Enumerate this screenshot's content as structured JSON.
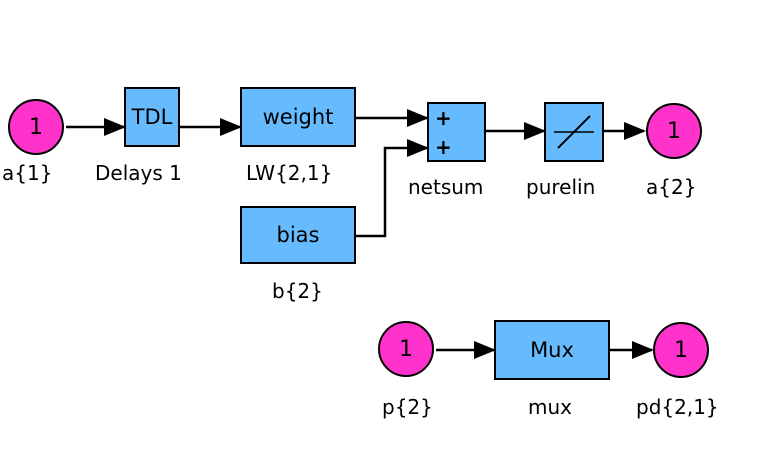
{
  "inports": {
    "a1": {
      "value": "1",
      "label": "a{1}"
    },
    "p2": {
      "value": "1",
      "label": "p{2}"
    }
  },
  "outports": {
    "a2": {
      "value": "1",
      "label": "a{2}"
    },
    "pd21": {
      "value": "1",
      "label": "pd{2,1}"
    }
  },
  "blocks": {
    "tdl": {
      "text": "TDL",
      "label": "Delays 1"
    },
    "weight": {
      "text": "weight",
      "label": "LW{2,1}"
    },
    "bias": {
      "text": "bias",
      "label": "b{2}"
    },
    "netsum": {
      "label": "netsum",
      "signs": [
        "+",
        "+"
      ]
    },
    "purelin": {
      "label": "purelin"
    },
    "mux": {
      "text": "Mux",
      "label": "mux"
    }
  },
  "colors": {
    "port_fill": "#ff33cc",
    "block_fill": "#66bbff",
    "line": "#000000"
  }
}
